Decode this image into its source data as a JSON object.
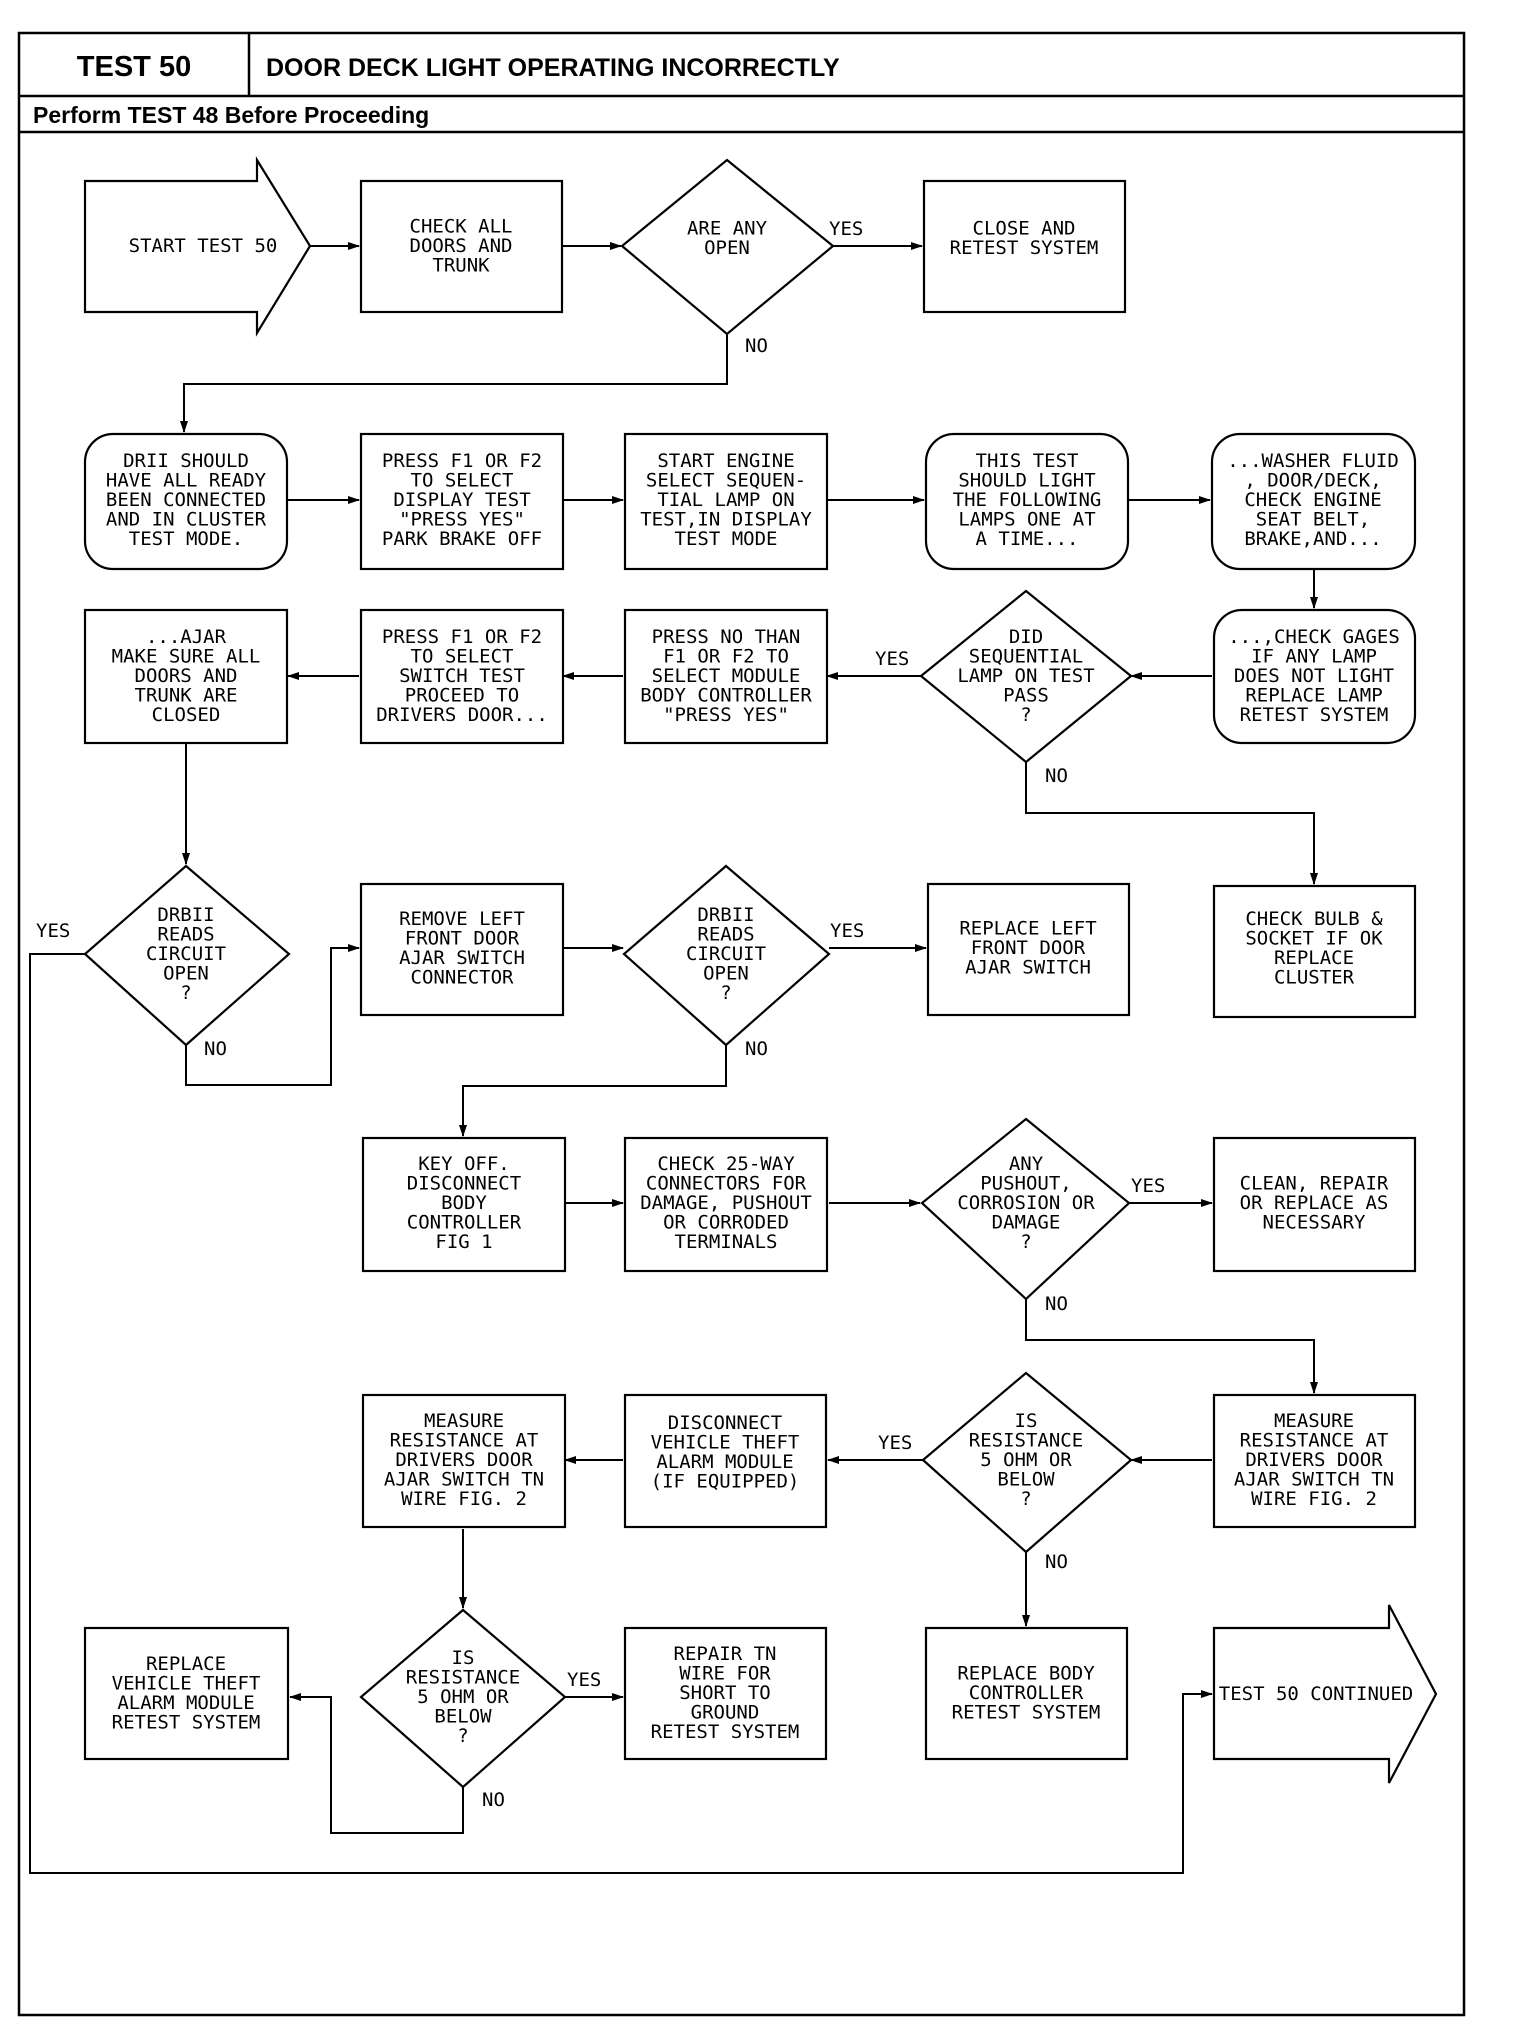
{
  "header": {
    "test_label": "TEST 50",
    "title": "DOOR DECK LIGHT OPERATING INCORRECTLY",
    "prerequisite": "Perform TEST 48 Before Proceeding"
  },
  "nodes": {
    "start": [
      "START TEST 50"
    ],
    "check_doors": [
      "CHECK ALL",
      "DOORS AND",
      "TRUNK"
    ],
    "any_open": [
      "ARE ANY",
      "OPEN"
    ],
    "close_retest": [
      "CLOSE AND",
      "RETEST SYSTEM"
    ],
    "drii_connected": [
      "DRII SHOULD",
      "HAVE ALL READY",
      "BEEN CONNECTED",
      "AND IN CLUSTER",
      "TEST MODE."
    ],
    "press_f1_display": [
      "PRESS F1 OR F2",
      "TO SELECT",
      "DISPLAY TEST",
      "\"PRESS YES\"",
      "PARK BRAKE OFF"
    ],
    "start_engine": [
      "START ENGINE",
      "SELECT SEQUEN-",
      "TIAL LAMP ON",
      "TEST,IN DISPLAY",
      "TEST MODE"
    ],
    "this_test": [
      "THIS TEST",
      "SHOULD LIGHT",
      "THE FOLLOWING",
      "LAMPS ONE AT",
      "A TIME..."
    ],
    "washer_fluid": [
      "...WASHER FLUID",
      ", DOOR/DECK,",
      "CHECK ENGINE",
      "SEAT BELT,",
      "BRAKE,AND..."
    ],
    "check_gages": [
      "...,CHECK GAGES",
      "IF ANY LAMP",
      "DOES NOT LIGHT",
      "REPLACE LAMP",
      "RETEST SYSTEM"
    ],
    "did_sequential": [
      "DID",
      "SEQUENTIAL",
      "LAMP ON TEST",
      "PASS",
      "?"
    ],
    "press_no": [
      "PRESS NO THAN",
      "F1 OR F2 TO",
      "SELECT MODULE",
      "BODY CONTROLLER",
      "\"PRESS YES\""
    ],
    "press_f1_switch": [
      "PRESS F1 OR F2",
      "TO SELECT",
      "SWITCH TEST",
      "PROCEED TO",
      "DRIVERS DOOR..."
    ],
    "ajar_make_sure": [
      "...AJAR",
      "MAKE SURE ALL",
      "DOORS AND",
      "TRUNK ARE",
      "CLOSED"
    ],
    "drbii_reads_1": [
      "DRBII",
      "READS",
      "CIRCUIT",
      "OPEN",
      "?"
    ],
    "remove_left": [
      "REMOVE LEFT",
      "FRONT DOOR",
      "AJAR SWITCH",
      "CONNECTOR"
    ],
    "drbii_reads_2": [
      "DRBII",
      "READS",
      "CIRCUIT",
      "OPEN",
      "?"
    ],
    "replace_left_switch": [
      "REPLACE LEFT",
      "FRONT DOOR",
      "AJAR SWITCH"
    ],
    "check_bulb": [
      "CHECK BULB &",
      "SOCKET IF OK",
      "REPLACE",
      "CLUSTER"
    ],
    "key_off": [
      "KEY OFF.",
      "DISCONNECT",
      "BODY",
      "CONTROLLER",
      "FIG 1"
    ],
    "check_25way": [
      "CHECK 25-WAY",
      "CONNECTORS FOR",
      "DAMAGE, PUSHOUT",
      "OR CORRODED",
      "TERMINALS"
    ],
    "any_pushout": [
      "ANY",
      "PUSHOUT,",
      "CORROSION OR",
      "DAMAGE",
      "?"
    ],
    "clean_repair": [
      "CLEAN, REPAIR",
      "OR REPLACE AS",
      "NECESSARY"
    ],
    "measure_right": [
      "MEASURE",
      "RESISTANCE AT",
      "DRIVERS DOOR",
      "AJAR SWITCH TN",
      "WIRE FIG. 2"
    ],
    "resistance_1": [
      "IS",
      "RESISTANCE",
      "5 OHM OR",
      "BELOW",
      "?"
    ],
    "disconnect_vta": [
      "DISCONNECT",
      "VEHICLE THEFT",
      "ALARM MODULE",
      "(IF EQUIPPED)"
    ],
    "measure_left": [
      "MEASURE",
      "RESISTANCE AT",
      "DRIVERS DOOR",
      "AJAR SWITCH TN",
      "WIRE FIG. 2"
    ],
    "replace_body": [
      "REPLACE BODY",
      "CONTROLLER",
      "RETEST SYSTEM"
    ],
    "resistance_2": [
      "IS",
      "RESISTANCE",
      "5 OHM OR",
      "BELOW",
      "?"
    ],
    "replace_vta": [
      "REPLACE",
      "VEHICLE THEFT",
      "ALARM MODULE",
      "RETEST SYSTEM"
    ],
    "repair_tn": [
      "REPAIR TN",
      "WIRE FOR",
      "SHORT TO",
      "GROUND",
      "RETEST SYSTEM"
    ],
    "test50_continued": [
      "TEST 50 CONTINUED"
    ]
  },
  "labels": {
    "yes": "YES",
    "no": "NO"
  }
}
